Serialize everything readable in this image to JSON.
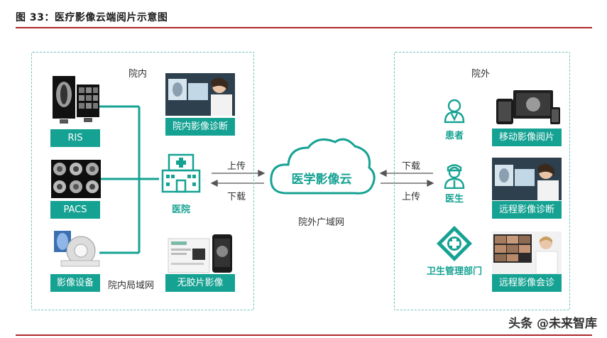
{
  "figure": {
    "title": "图 33：医疗影像云端阅片示意图"
  },
  "left_zone": {
    "label": "院内",
    "network_label": "院内局域网",
    "sources": [
      {
        "label": "RIS"
      },
      {
        "label": "PACS"
      },
      {
        "label": "影像设备"
      }
    ],
    "hospital_label": "医院",
    "outputs": [
      {
        "label": "院内影像诊断"
      },
      {
        "label": "无胶片影像"
      }
    ]
  },
  "center": {
    "cloud_label": "医学影像云",
    "upload_label": "上传",
    "download_label": "下载",
    "wan_label": "院外广域网"
  },
  "right_link": {
    "download_label": "下载",
    "upload_label": "上传"
  },
  "right_zone": {
    "label": "院外",
    "actors": [
      {
        "label": "患者",
        "service": "移动影像阅片"
      },
      {
        "label": "医生",
        "service": "远程影像诊断"
      },
      {
        "label": "卫生管理部门",
        "service": "远程影像会诊"
      }
    ]
  },
  "watermark": "头条 @未来智库",
  "colors": {
    "accent": "#16a293",
    "rule": "#b0262b",
    "zone_border": "#6fc3b8"
  }
}
